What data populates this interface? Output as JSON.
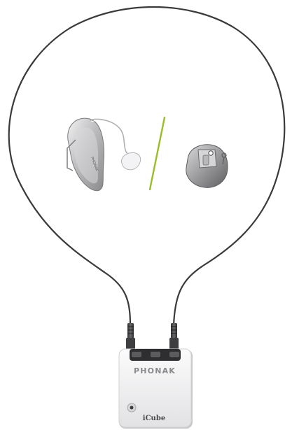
{
  "illustration": {
    "device": {
      "brand": "PHONAK",
      "model_label": "iCube"
    },
    "bte_body_text": "PHONAK",
    "colors": {
      "loop_cable": "#3a3a3a",
      "divider_slash": "#9bbd2a",
      "device_body": "#eeeeef",
      "device_shadow": "#c8c8ca",
      "hearing_aid_grey": "#9a9a9c",
      "connector": "#3e3e40"
    },
    "icons": [
      "bte-hearing-aid-icon",
      "in-the-ear-hearing-aid-icon",
      "connector-cable-icon"
    ]
  }
}
